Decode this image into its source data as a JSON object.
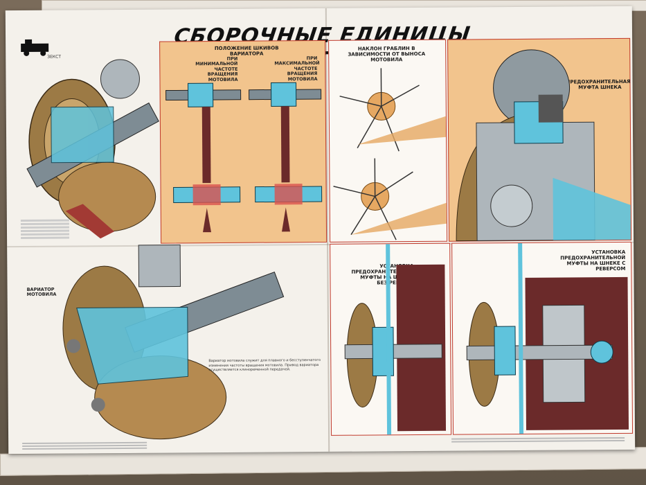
{
  "poster": {
    "title": "Сборочные единицы жатки",
    "logo_sub": "ЗЕКСТ",
    "panels": {
      "variator_positions": {
        "title": "Положение шкивов вариатора",
        "left_caption": "при минимальной частоте вращения мотовила",
        "right_caption": "при максимальной частоте вращения мотовила"
      },
      "tine_tilt": {
        "title": "Наклон граблин в зависимости от выноса мотовила"
      },
      "auger_clutch": {
        "title": "Предохранительная муфта шнека"
      },
      "clutch_no_reverse": {
        "title": "Установка предохранительной муфты на шнеке без реверса"
      },
      "clutch_reverse": {
        "title": "Установка предохранительной муфты на шнеке с реверсом"
      }
    },
    "variator_label": "Вариатор мотовила",
    "description": "Вариатор мотовила служит для плавного и бесступенчатого изменения частоты вращения мотовила. Привод вариатора осуществляется клиноременной передачей."
  },
  "colors": {
    "panel_orange": "#f2c48d",
    "frame_red": "#c0392b",
    "part_blue": "#5fc3dc",
    "part_brown": "#9c7a45",
    "belt_red": "#a23a34",
    "dark_maroon": "#6b2a2a"
  }
}
